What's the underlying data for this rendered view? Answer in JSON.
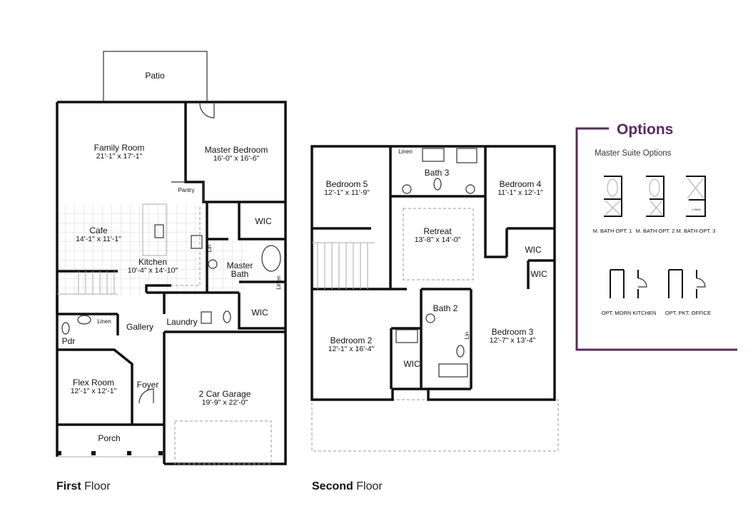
{
  "first_floor": {
    "label_bold": "First",
    "label_rest": "Floor",
    "rooms": {
      "patio": "Patio",
      "family_room": {
        "name": "Family Room",
        "dims": "21'-1\" x 17'-1\""
      },
      "master_bedroom": {
        "name": "Master Bedroom",
        "dims": "16'-0\" x 16'-6\""
      },
      "pantry": "Pantry",
      "cafe": {
        "name": "Cafe",
        "dims": "14'-1\" x 11'-1\""
      },
      "kitchen": {
        "name": "Kitchen",
        "dims": "10'-4\" x 14'-10\""
      },
      "wic_1": "WIC",
      "lin": "Lin",
      "master_bath": {
        "line1": "Master",
        "line2": "Bath"
      },
      "linen_mb": "Linen",
      "wic_2": "WIC",
      "gallery": "Gallery",
      "laundry": "Laundry",
      "linen": "Linen",
      "pdr": "Pdr",
      "flex_room": {
        "name": "Flex Room",
        "dims": "12'-1\" x 12'-1\""
      },
      "foyer": "Foyer",
      "garage": {
        "name": "2 Car Garage",
        "dims": "19'-9\" x 22'-0\""
      },
      "porch": "Porch"
    }
  },
  "second_floor": {
    "label_bold": "Second",
    "label_rest": "Floor",
    "rooms": {
      "linen": "Linen",
      "bath_3": "Bath 3",
      "bedroom_5": {
        "name": "Bedroom 5",
        "dims": "12'-1\" x 11'-9\""
      },
      "bedroom_4": {
        "name": "Bedroom 4",
        "dims": "11'-1\" x 12'-1\""
      },
      "retreat": {
        "name": "Retreat",
        "dims": "13'-8\" x 14'-0\""
      },
      "wic_1": "WIC",
      "wic_2": "WIC",
      "bath_2": "Bath 2",
      "lin": "Lin",
      "bedroom_2": {
        "name": "Bedroom 2",
        "dims": "12'-1\" x 16'-4\""
      },
      "bedroom_3": {
        "name": "Bedroom 3",
        "dims": "12'-7\" x 13'-4\""
      },
      "wic_3": "WIC"
    }
  },
  "options": {
    "title": "Options",
    "accent_color": "#5b2a5e",
    "subtitle": "Master Suite Options",
    "items": [
      "M. BATH OPT. 1",
      "M. BATH OPT. 2",
      "M. BATH OPT. 3",
      "OPT. MORN KITCHEN",
      "OPT. PKT. OFFICE"
    ],
    "linen_small": "LINEN"
  }
}
